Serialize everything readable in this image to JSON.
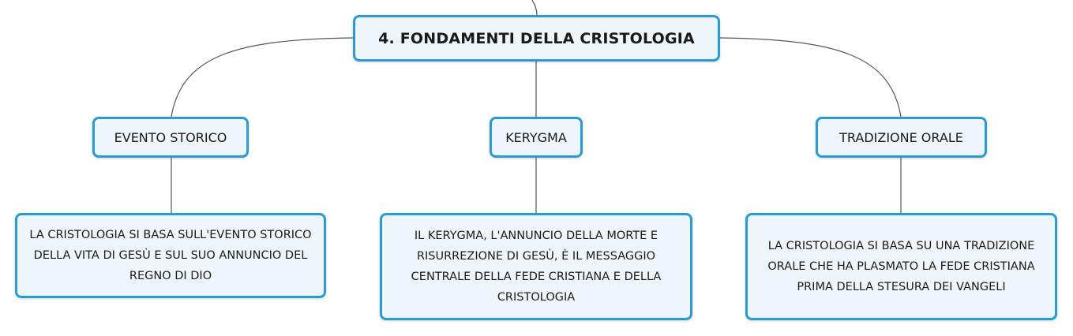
{
  "root": {
    "title": "4. FONDAMENTI DELLA CRISTOLOGIA"
  },
  "topics": [
    {
      "label": "EVENTO STORICO",
      "detail": "LA CRISTOLOGIA SI BASA SULL'EVENTO STORICO DELLA VITA DI GESÙ E SUL SUO ANNUNCIO DEL REGNO DI DIO"
    },
    {
      "label": "KERYGMA",
      "detail": "IL KERYGMA, L'ANNUNCIO DELLA MORTE E RISURREZIONE DI GESÙ, È IL MESSAGGIO CENTRALE DELLA FEDE CRISTIANA E DELLA CRISTOLOGIA"
    },
    {
      "label": "TRADIZIONE ORALE",
      "detail": "LA CRISTOLOGIA SI BASA SU UNA TRADIZIONE ORALE CHE HA PLASMATO LA FEDE CRISTIANA PRIMA DELLA STESURA DEI VANGELI"
    }
  ],
  "colors": {
    "node_border": "#2b9bd6",
    "node_fill": "#eef6fb",
    "connector": "#555555"
  }
}
